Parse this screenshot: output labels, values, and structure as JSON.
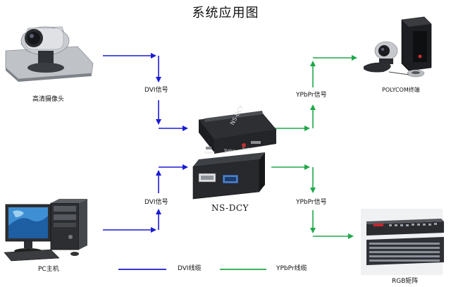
{
  "diagram": {
    "title": "系统应用图",
    "nodes": {
      "camera": "高清摄像头",
      "pc": "PC主机",
      "polycom": "POLYCOM终端",
      "rgb_matrix": "RGB矩阵",
      "converter": "NS-DCY"
    },
    "edge_labels": {
      "dvi_top": "DVI信号",
      "dvi_bottom": "DVI信号",
      "ypbpr_top": "YPbPr信号",
      "ypbpr_bottom": "YPbPr信号"
    },
    "legend": {
      "dvi_cable": "DVI线缆",
      "ypbpr_cable": "YPbPr线缆"
    },
    "device_text": {
      "top_unit_front": "NS-DCY",
      "port_power": "Power",
      "port_status": "Status",
      "port_switch": "Switch"
    },
    "colors": {
      "dvi": "#1a1ad6",
      "ypbpr": "#1fa84a"
    }
  }
}
